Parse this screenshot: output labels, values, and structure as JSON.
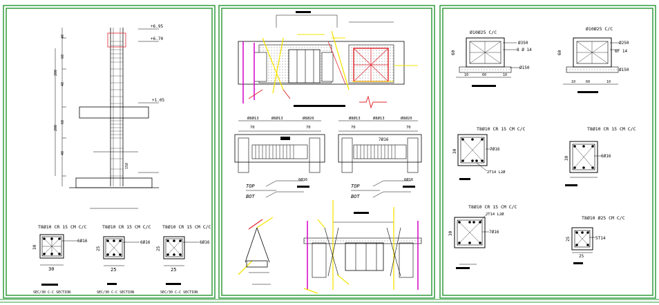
{
  "colors": {
    "frame": "#2e9b3a",
    "line": "#000000",
    "accent_yellow": "#f5e400",
    "accent_red": "#e0242b",
    "accent_magenta": "#d400c8"
  },
  "panel1": {
    "levels": {
      "top": "+6.95",
      "mid": "+6.70",
      "floor": "+1.05"
    },
    "sections": [
      {
        "title": "T8Ø10 CR 15 CM C/C",
        "bars": "6Ø16",
        "dim_side": "30",
        "dim_bottom": "30",
        "caption": "SEC/30  C-C SECTION"
      },
      {
        "title": "T8Ø10 CR 15 CM C/C",
        "bars": "6Ø16",
        "dim_side": "25",
        "dim_bottom": "25",
        "caption": "SEC/30  C-C SECTION"
      },
      {
        "title": "T8Ø10 CR 15 CM C/C",
        "bars": "6Ø16",
        "dim_side": "25",
        "dim_bottom": "25",
        "caption": "SEC/30  C-C SECTION"
      }
    ]
  },
  "panel2": {
    "beam_labels": {
      "left_top": "Ø8Ø13",
      "mid_top": "Ø8Ø13",
      "right_top": "Ø8Ø20",
      "bars": "7Ø16",
      "left_dim": "70",
      "right_dim": "70"
    },
    "legend": {
      "top": "TOP",
      "bot": "BOT",
      "top_bars": "6Ø16",
      "bot_bars": "6Ø16"
    }
  },
  "panel3": {
    "footings": [
      {
        "top_label": "Ø10Ø25 C/C",
        "side1": "Ø350",
        "side2": "8 Ø 14",
        "bottom": "Ø150",
        "dim_h": "60",
        "dim_a": "10",
        "dim_b": "60",
        "dim_c": "10"
      },
      {
        "top_label": "Ø10Ø25 C/C",
        "side1": "Ø250",
        "side2": "6F 14",
        "bottom": "Ø150",
        "dim_h": "60",
        "dim_a": "10",
        "dim_b": "60",
        "dim_c": "10"
      }
    ],
    "sections": [
      {
        "title": "T8Ø10 CR 15 CM C/C",
        "bars": "7Ø16",
        "extra": "2T14 L2Ø",
        "dim": "30"
      },
      {
        "title": "T8Ø10 CR 15 CM C/C",
        "bars": "6Ø16",
        "extra": "",
        "dim": "30"
      },
      {
        "title": "T8Ø10 CR 15 CM C/C",
        "bars": "7Ø16",
        "extra": "2T14 L2Ø",
        "dim": "30"
      },
      {
        "title": "T8Ø10 Ø25 CM C/C",
        "bars": "5T14",
        "extra": "",
        "dim": "25"
      }
    ]
  }
}
